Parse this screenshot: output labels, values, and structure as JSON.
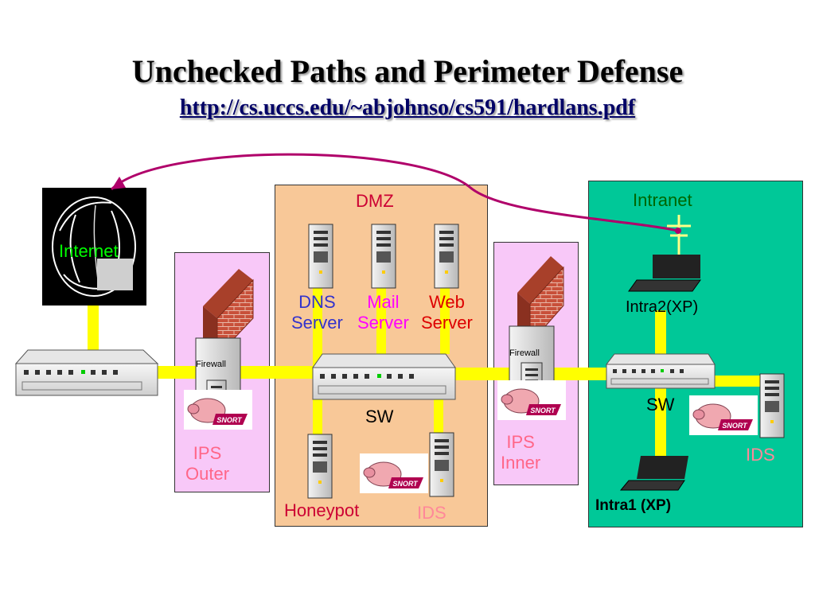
{
  "title": "Unchecked Paths and Perimeter Defense",
  "link": "http://cs.uccs.edu/~abjohnso/cs591/hardlans.pdf",
  "colors": {
    "dmz_bg": "#f8c898",
    "intranet_bg": "#00c898",
    "ips_bg": "#f8c8f8",
    "link_line": "#ffff00",
    "arrow": "#b0006a"
  },
  "labels": {
    "internet": "Internet",
    "dmz": "DMZ",
    "intranet": "Intranet",
    "dns_server": [
      "DNS",
      "Server"
    ],
    "mail_server": [
      "Mail",
      "Server"
    ],
    "web_server": [
      "Web",
      "Server"
    ],
    "sw_dmz": "SW",
    "sw_intranet": "SW",
    "honeypot": "Honeypot",
    "ids_dmz": "IDS",
    "ids_intranet": "IDS",
    "ips_outer": [
      "IPS",
      "Outer"
    ],
    "ips_inner": [
      "IPS",
      "Inner"
    ],
    "intra2": "Intra2(XP)",
    "intra1": "Intra1 (XP)",
    "firewall": "Firewall",
    "snort": "SNORT"
  },
  "icons": [
    "globe-icon",
    "router-icon",
    "switch-icon",
    "server-icon",
    "firewall-icon",
    "laptop-icon",
    "snort-pig-icon"
  ]
}
